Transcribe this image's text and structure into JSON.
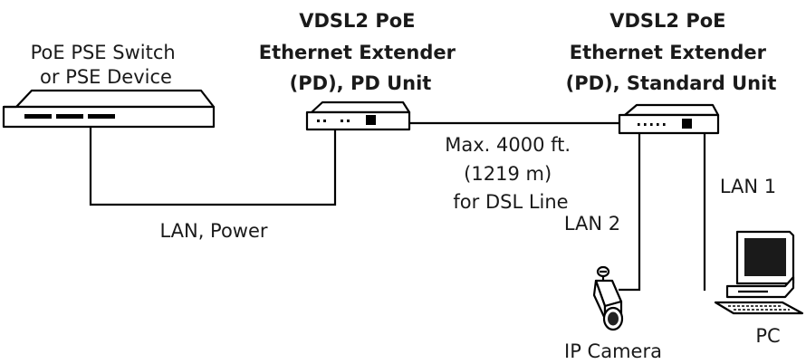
{
  "devices": {
    "switch_label": [
      "PoE PSE Switch",
      "or PSE Device"
    ],
    "pd_unit_label": [
      "VDSL2 PoE",
      "Ethernet Extender",
      "(PD), PD Unit"
    ],
    "standard_unit_label": [
      "VDSL2 PoE",
      "Ethernet Extender",
      "(PD), Standard Unit"
    ],
    "camera_label": "IP Camera",
    "pc_label": "PC"
  },
  "links": {
    "lan_power": "LAN, Power",
    "dsl_line": [
      "Max. 4000 ft.",
      "(1219 m)",
      "for DSL Line"
    ],
    "lan2": "LAN 2",
    "lan1": "LAN 1"
  }
}
